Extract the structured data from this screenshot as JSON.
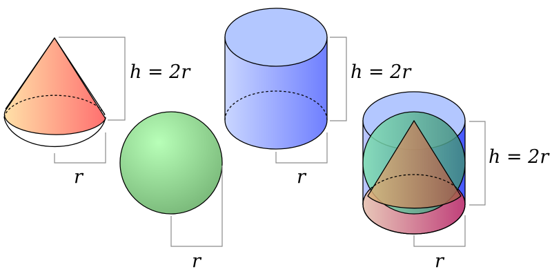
{
  "labels": {
    "cone_height": "h = 2r",
    "cone_radius": "r",
    "sphere_radius": "r",
    "cylinder_height": "h = 2r",
    "cylinder_radius": "r",
    "combined_height": "h = 2r",
    "combined_radius": "r"
  },
  "colors": {
    "cone_light": "#ffe1a8",
    "cone_dark": "#ff6f6f",
    "sphere_light": "#b8ffb8",
    "sphere_dark": "#79b879",
    "cylinder_light": "#c9d6ff",
    "cylinder_dark": "#6f7fff",
    "cylinder_top": "#b3c7ff",
    "combined_bottom_light": "#e8c7b8",
    "combined_bottom_dark": "#c0407a",
    "combined_cone": "#c99a6a",
    "combined_sphere": "#6fd3a8"
  }
}
